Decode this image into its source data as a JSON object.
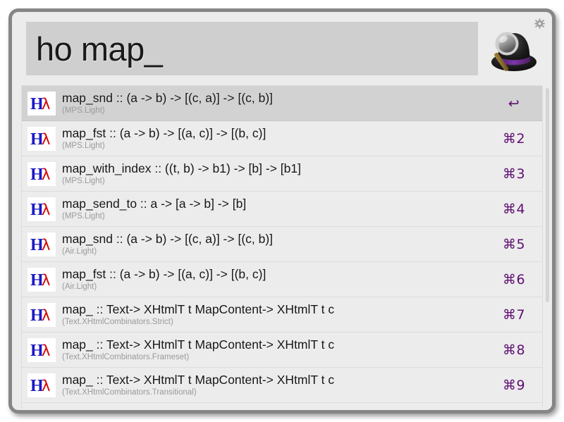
{
  "window": {
    "title": "Alfred",
    "accent_purple": "#5f0f73",
    "background": "#ececec",
    "border_color": "#868686",
    "selection_color": "#d2d2d2"
  },
  "titlebar": {
    "gear_icon": "gear-icon",
    "gear_color": "#9b9b9b"
  },
  "search": {
    "value": "ho map_",
    "placeholder": "",
    "field_background": "#cfcfcf"
  },
  "logo": {
    "name": "alfred-hat-icon",
    "hat_color": "#1b1b1b",
    "band_color": "#6b2d92",
    "handle_color": "#8a6b2f"
  },
  "results": [
    {
      "icon": "haskell-icon",
      "title": "map_snd :: (a -> b) -> [(c, a)] -> [(c, b)]",
      "subtitle": "(MPS.Light)",
      "shortcut": "↩",
      "selected": true
    },
    {
      "icon": "haskell-icon",
      "title": "map_fst :: (a -> b) -> [(a, c)] -> [(b, c)]",
      "subtitle": "(MPS.Light)",
      "shortcut": "⌘2",
      "selected": false
    },
    {
      "icon": "haskell-icon",
      "title": "map_with_index :: ((t, b) -> b1) -> [b] -> [b1]",
      "subtitle": "(MPS.Light)",
      "shortcut": "⌘3",
      "selected": false
    },
    {
      "icon": "haskell-icon",
      "title": "map_send_to :: a -> [a -> b] -> [b]",
      "subtitle": "(MPS.Light)",
      "shortcut": "⌘4",
      "selected": false
    },
    {
      "icon": "haskell-icon",
      "title": "map_snd :: (a -> b) -> [(c, a)] -> [(c, b)]",
      "subtitle": "(Air.Light)",
      "shortcut": "⌘5",
      "selected": false
    },
    {
      "icon": "haskell-icon",
      "title": "map_fst :: (a -> b) -> [(a, c)] -> [(b, c)]",
      "subtitle": "(Air.Light)",
      "shortcut": "⌘6",
      "selected": false
    },
    {
      "icon": "haskell-icon",
      "title": "map_ :: Text-> XHtmlT t MapContent-> XHtmlT t c",
      "subtitle": "(Text.XHtmlCombinators.Strict)",
      "shortcut": "⌘7",
      "selected": false
    },
    {
      "icon": "haskell-icon",
      "title": "map_ :: Text-> XHtmlT t MapContent-> XHtmlT t c",
      "subtitle": "(Text.XHtmlCombinators.Frameset)",
      "shortcut": "⌘8",
      "selected": false
    },
    {
      "icon": "haskell-icon",
      "title": "map_ :: Text-> XHtmlT t MapContent-> XHtmlT t c",
      "subtitle": "(Text.XHtmlCombinators.Transitional)",
      "shortcut": "⌘9",
      "selected": false
    }
  ],
  "scrollbar": {
    "name": "results-scrollbar",
    "thumb_color": "#d5d5d5"
  },
  "haskell_icon": {
    "letter": "H",
    "lambda": "λ",
    "letter_color": "#1b18c4",
    "lambda_color": "#d50000"
  }
}
